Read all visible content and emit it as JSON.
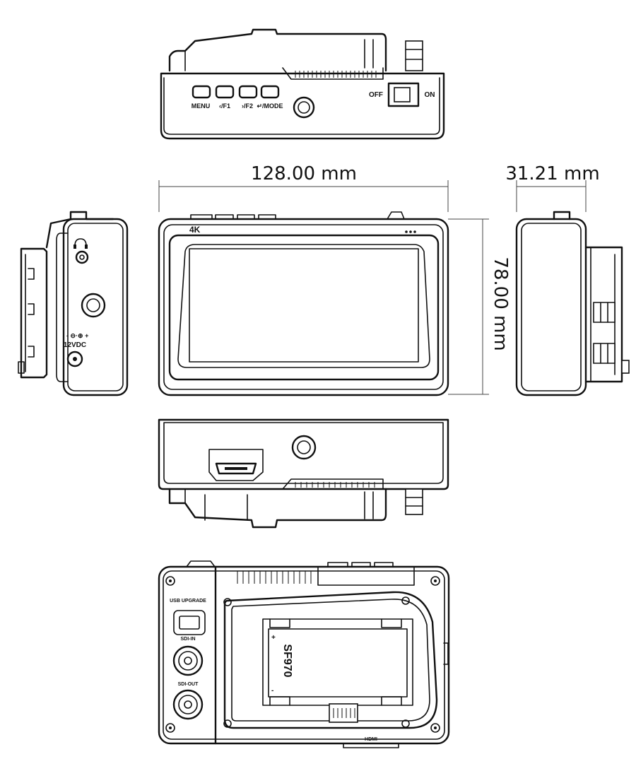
{
  "dimensions": {
    "width": "128.00 mm",
    "height": "78.00 mm",
    "depth": "31.21 mm"
  },
  "top_view": {
    "buttons": [
      "MENU",
      "‹/F1",
      "›/F2",
      "↵/MODE"
    ],
    "switch_off": "OFF",
    "switch_on": "ON"
  },
  "front_view": {
    "badge": "4K"
  },
  "left_view": {
    "power_label": "12VDC"
  },
  "back_view": {
    "usb_label": "USB UPGRADE",
    "sdi_in_label": "SDI-IN",
    "sdi_out_label": "SDI-OUT",
    "battery_label": "SF970",
    "hdmi_label": "HDMI"
  }
}
